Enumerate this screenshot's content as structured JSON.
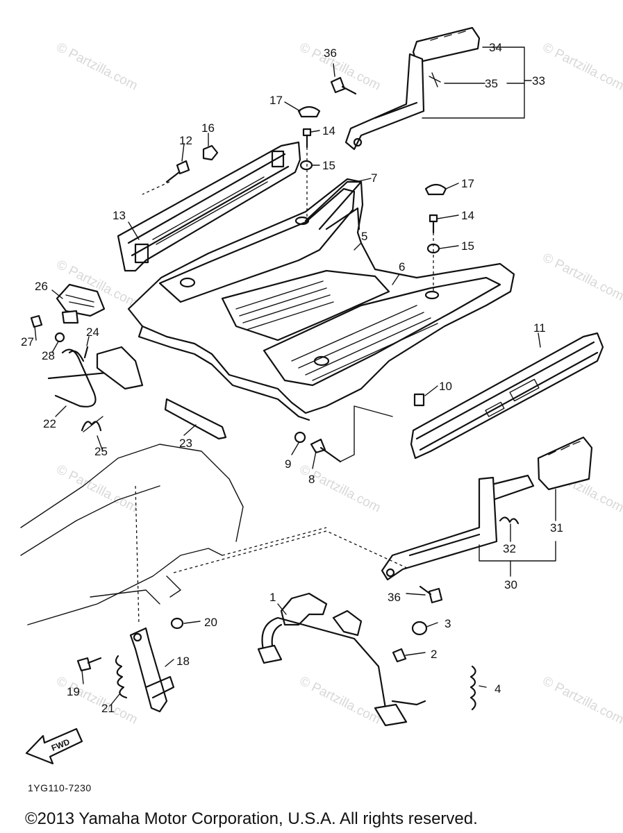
{
  "watermark": "© Partzilla.com",
  "diagram_code": "1YG110-7230",
  "copyright": "©2013 Yamaha Motor Corporation, U.S.A. All rights reserved.",
  "fwd_label": "FWD",
  "callouts": [
    "1",
    "2",
    "3",
    "4",
    "5",
    "6",
    "7",
    "8",
    "9",
    "10",
    "11",
    "12",
    "13",
    "14",
    "15",
    "16",
    "17",
    "18",
    "19",
    "20",
    "21",
    "22",
    "23",
    "24",
    "25",
    "26",
    "27",
    "28",
    "30",
    "31",
    "32",
    "33",
    "34",
    "35",
    "36"
  ],
  "duplicate_callouts": [
    "14",
    "15",
    "17",
    "36"
  ]
}
